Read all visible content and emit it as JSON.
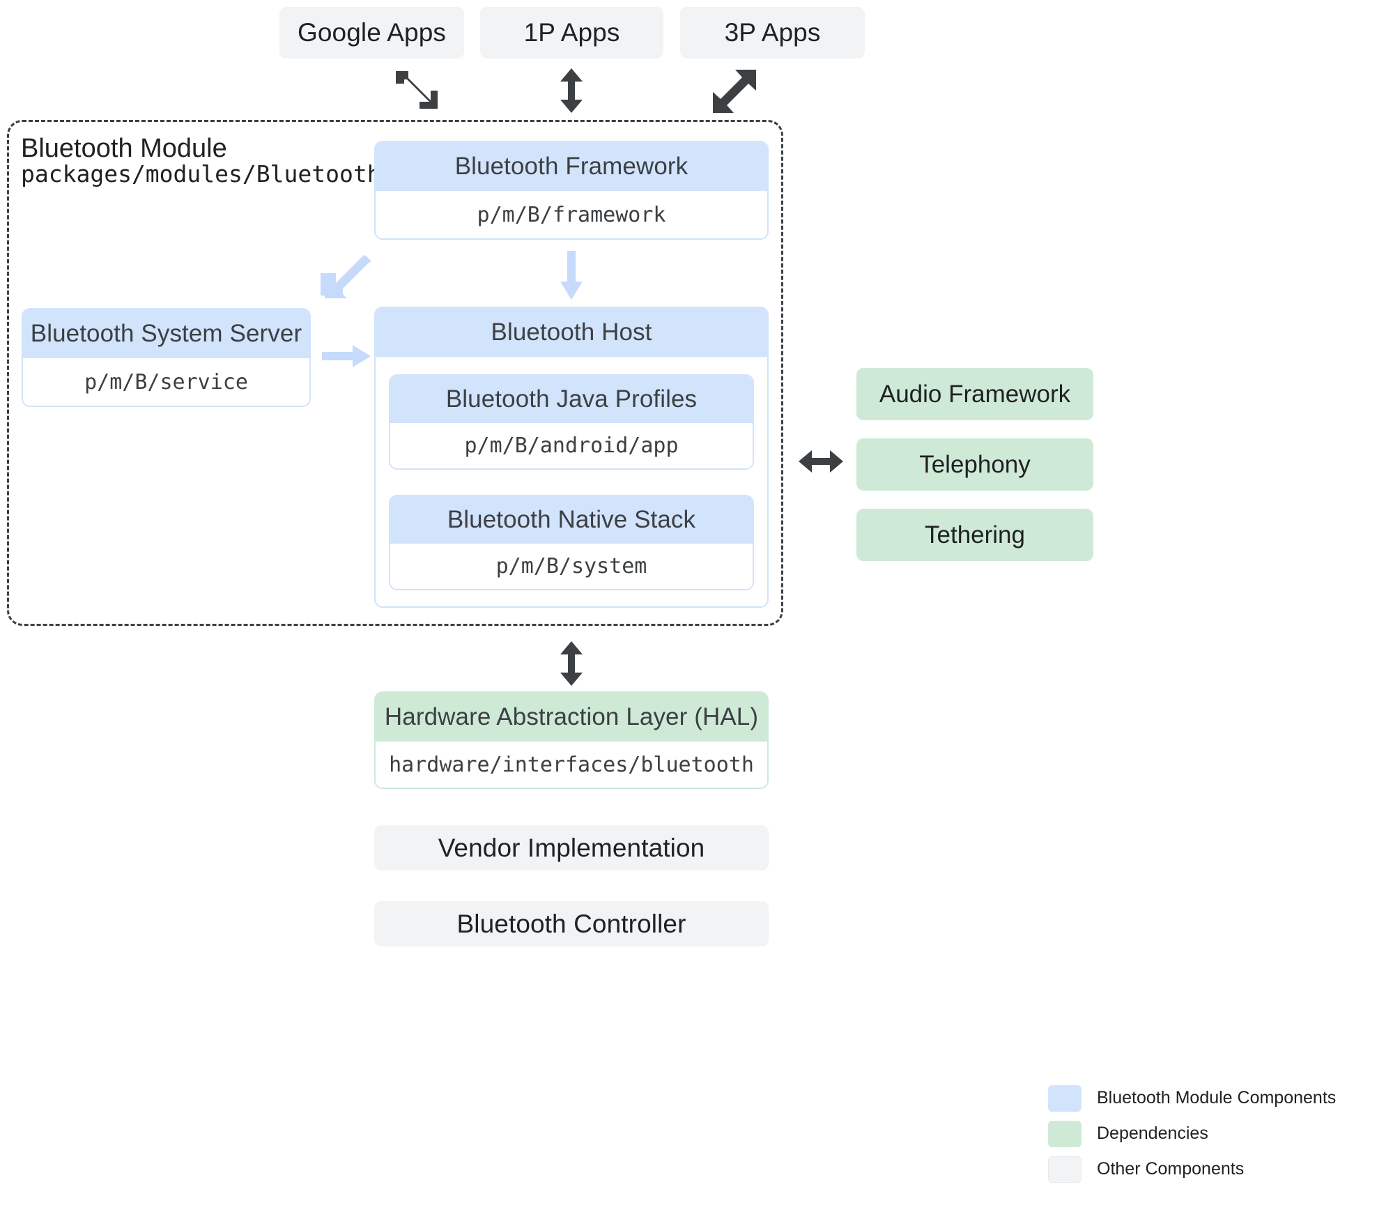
{
  "top_apps": [
    {
      "label": "Google Apps"
    },
    {
      "label": "1P Apps"
    },
    {
      "label": "3P Apps"
    }
  ],
  "module": {
    "title": "Bluetooth Module",
    "path": "packages/modules/Bluetooth",
    "components": [
      {
        "name": "Bluetooth Framework",
        "path": "p/m/B/framework"
      },
      {
        "name": "Bluetooth System Server",
        "path": "p/m/B/service"
      },
      {
        "name": "Bluetooth Host",
        "path": ""
      },
      {
        "name": "Bluetooth Java Profiles",
        "path": "p/m/B/android/app"
      },
      {
        "name": "Bluetooth Native Stack",
        "path": "p/m/B/system"
      }
    ]
  },
  "dependencies": [
    {
      "label": "Audio Framework"
    },
    {
      "label": "Telephony"
    },
    {
      "label": "Tethering"
    }
  ],
  "hal": {
    "name": "Hardware Abstraction Layer (HAL)",
    "path": "hardware/interfaces/bluetooth"
  },
  "lower_boxes": [
    {
      "label": "Vendor Implementation"
    },
    {
      "label": "Bluetooth Controller"
    }
  ],
  "legend": {
    "items": [
      {
        "label": "Bluetooth Module Components",
        "color": "#d2e3fc"
      },
      {
        "label": "Dependencies",
        "color": "#ceead6"
      },
      {
        "label": "Other Components",
        "color": "#f1f3f4"
      }
    ]
  },
  "colors": {
    "module_blue": "#d2e3fc",
    "dependency_green": "#ceead6",
    "other_gray": "#f1f3f4",
    "arrow_dark": "#3c4043",
    "arrow_blue": "#c6dafc",
    "text_dark": "#202124",
    "text_body": "#3c4043"
  },
  "arrows": [
    {
      "name": "google-apps-to-module",
      "direction": "down-right-single"
    },
    {
      "name": "1p-apps-to-module",
      "direction": "vertical-double"
    },
    {
      "name": "3p-apps-to-module",
      "direction": "diagonal-double"
    },
    {
      "name": "framework-to-host",
      "direction": "down-single"
    },
    {
      "name": "framework-to-system-server",
      "direction": "down-left-single"
    },
    {
      "name": "system-server-to-host",
      "direction": "right-single"
    },
    {
      "name": "module-to-dependencies",
      "direction": "horizontal-double"
    },
    {
      "name": "module-to-hal",
      "direction": "vertical-double"
    }
  ]
}
